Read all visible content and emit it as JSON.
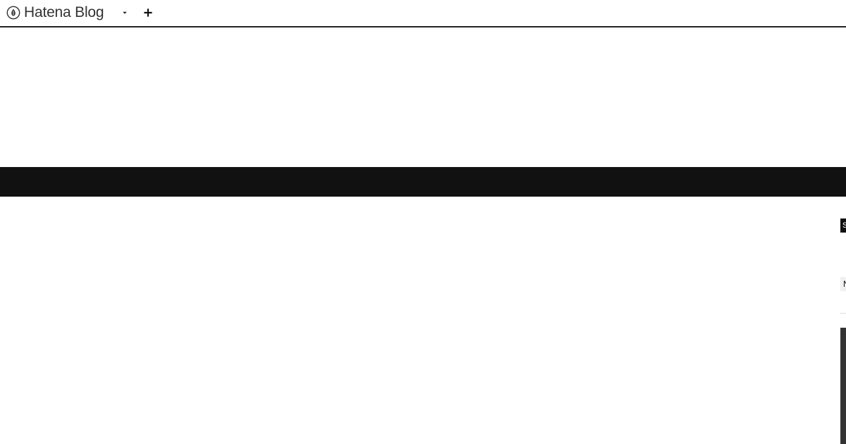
{
  "header": {
    "brand": {
      "label": "Hatena Blog",
      "icon": "hatena-logo-icon"
    },
    "menu_icon": "caret-down-icon",
    "add_icon": "plus-icon"
  },
  "sidebar": {
    "dark_chip": {
      "text": "S"
    },
    "light_chip": {
      "text": "N"
    }
  },
  "colors": {
    "background": "#ffffff",
    "nav_band": "#111111",
    "header_border": "#222222",
    "text": "#333333",
    "side_panel": "#333333",
    "chip_light": "#f0f0f0"
  }
}
